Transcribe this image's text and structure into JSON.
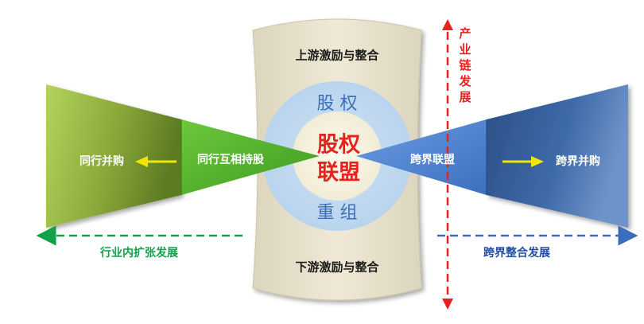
{
  "center_panel": {
    "top_label": "上游激励与整合",
    "bottom_label": "下游激励与整合"
  },
  "circle": {
    "outer_top": "股 权",
    "outer_bottom": "重 组",
    "center_line1": "股权",
    "center_line2": "联盟"
  },
  "left": {
    "outer_label": "同行并购",
    "inner_label": "同行互相持股",
    "bottom_label": "行业内扩张发展"
  },
  "right": {
    "inner_label": "跨界联盟",
    "outer_label": "跨界并购",
    "bottom_label": "跨界整合发展"
  },
  "vertical_label": [
    "产",
    "业",
    "链",
    "发",
    "展"
  ],
  "colors": {
    "left_accent": "#12a14a",
    "right_accent": "#1f4ea8",
    "vertical_accent": "#e8221f",
    "center_text": "#e8221f"
  }
}
